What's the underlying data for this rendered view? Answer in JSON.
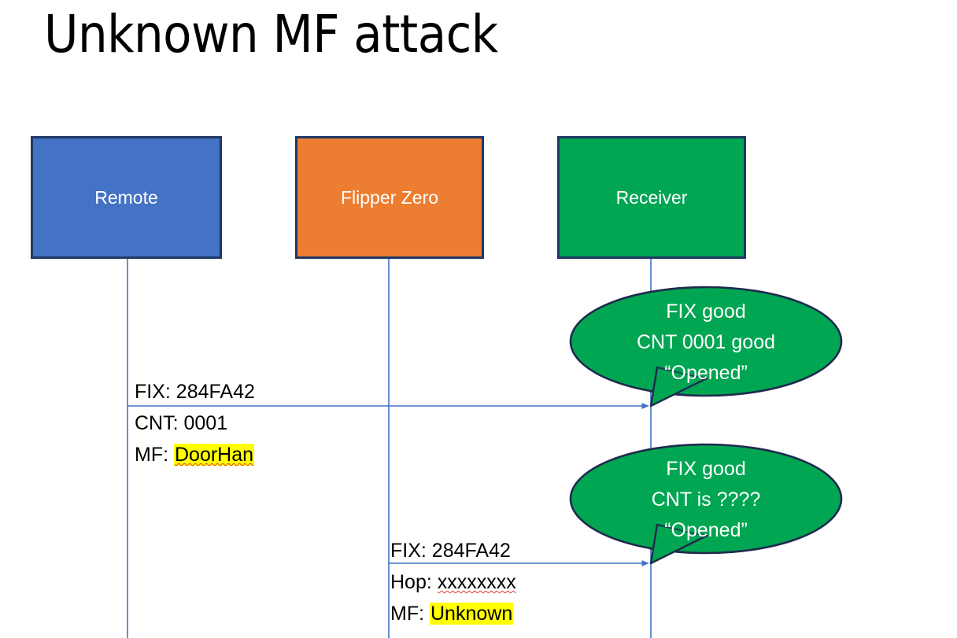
{
  "slide": {
    "title": "Unknown MF attack",
    "background": "#FFFFFF"
  },
  "colors": {
    "remote_fill": "#4472C4",
    "flipper_fill": "#ED7D31",
    "receiver_fill": "#00A652",
    "box_border": "#1F3864",
    "lifeline": "#4472C4",
    "bubble_fill": "#00A652",
    "bubble_border": "#1F2A4D",
    "highlight": "#FFFF00",
    "spellcheck_underline": "#E03A2F",
    "text": "#000000",
    "box_label_text": "#FFFFFF"
  },
  "actors": [
    {
      "id": "remote",
      "label": "Remote",
      "fill": "#4472C4"
    },
    {
      "id": "flipper",
      "label": "Flipper Zero",
      "fill": "#ED7D31"
    },
    {
      "id": "receiver",
      "label": "Receiver",
      "fill": "#00A652"
    }
  ],
  "messages": [
    {
      "id": "remote-to-receiver",
      "from": "remote",
      "to": "receiver",
      "lines": [
        {
          "label": "FIX: ",
          "value": "284FA42",
          "highlight": false,
          "spellcheck_error": false
        },
        {
          "label": "CNT: ",
          "value": "0001",
          "highlight": false,
          "spellcheck_error": false
        },
        {
          "label": "MF: ",
          "value": "DoorHan",
          "highlight": true,
          "spellcheck_error": true
        }
      ]
    },
    {
      "id": "flipper-to-receiver",
      "from": "flipper",
      "to": "receiver",
      "lines": [
        {
          "label": "FIX: ",
          "value": "284FA42",
          "highlight": false,
          "spellcheck_error": false
        },
        {
          "label": "Hop: ",
          "value": "xxxxxxxx",
          "highlight": false,
          "spellcheck_error": true
        },
        {
          "label": "MF: ",
          "value": "Unknown",
          "highlight": true,
          "spellcheck_error": false
        }
      ]
    }
  ],
  "bubbles": [
    {
      "id": "bubble-1",
      "for_message": "remote-to-receiver",
      "lines": [
        "FIX good",
        "CNT 0001 good",
        "“Opened”"
      ]
    },
    {
      "id": "bubble-2",
      "for_message": "flipper-to-receiver",
      "lines": [
        "FIX good",
        "CNT is ????",
        "“Opened”"
      ]
    }
  ]
}
